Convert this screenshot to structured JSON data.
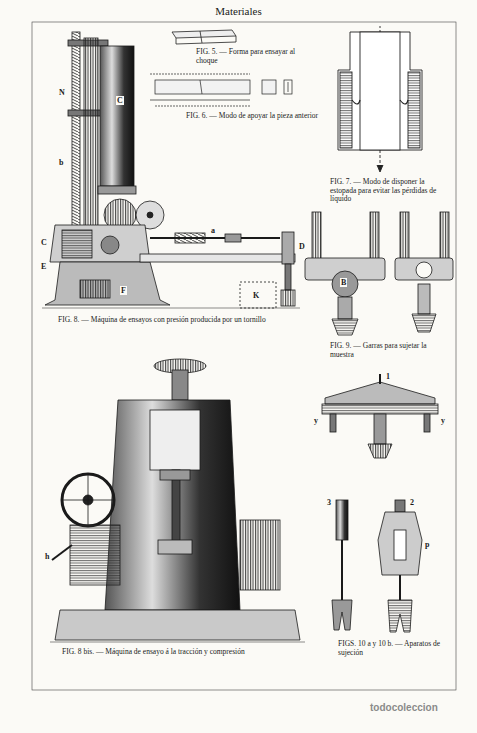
{
  "diagram": {
    "title": "Materiales",
    "labels": [
      "FIG. 5. — Forma para ensayar al choque",
      "FIG. 6. — Modo de apoyar la pieza anterior",
      "FIG. 7. — Modo de disponer la estopada para evitar las pérdidas de líquido",
      "FIG. 8. — Máquina de ensayos con presión producida por un tornillo",
      "FIG. 9. — Garras para sujetar la muestra",
      "FIG. 8 bis. — Máquina de ensayo á la tracción y compresión",
      "FIGS. 10 a y 10 b. — Aparatos de sujeción",
      "N",
      "C",
      "b",
      "C",
      "D",
      "E",
      "F",
      "K",
      "a",
      "B",
      "h",
      "1",
      "y",
      "y",
      "3",
      "2",
      "p",
      "todocoleccion"
    ]
  }
}
